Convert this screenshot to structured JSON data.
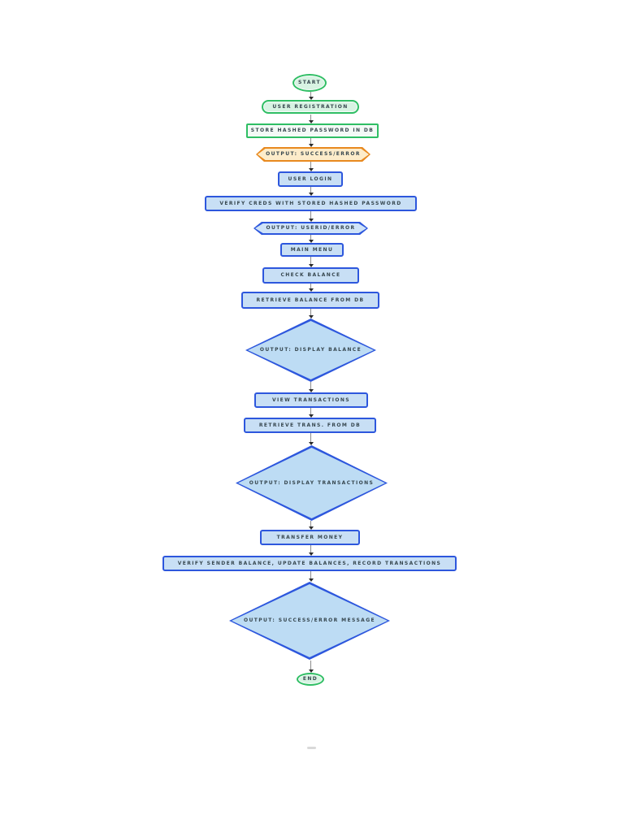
{
  "diagram": {
    "kind": "flowchart",
    "background": "#ffffff"
  },
  "palette": {
    "green_border": "#2fbe64",
    "green_fill": "#d8f3e3",
    "green_fill_light": "#f3faf6",
    "orange_border": "#e8891f",
    "orange_fill": "#fdecca",
    "blue_border": "#2d57dd",
    "blue_fill": "#c8dff5",
    "hex_blue_fill": "#cfe3f8",
    "diamond_fill": "#bddcf4",
    "text_color": "#37474f",
    "line_color": "#8c8c8c",
    "arrow_color": "#2b2b2b"
  },
  "nodes": [
    {
      "id": "start",
      "type": "ellipse",
      "label": "START"
    },
    {
      "id": "user-registration",
      "type": "stadium",
      "label": "USER REGISTRATION"
    },
    {
      "id": "store-hashed-password-in-db",
      "type": "rect-green",
      "label": "STORE HASHED PASSWORD IN DB"
    },
    {
      "id": "output-success-error",
      "type": "hexagon-orange",
      "label": "OUTPUT: SUCCESS/ERROR"
    },
    {
      "id": "user-login",
      "type": "process",
      "label": "USER LOGIN"
    },
    {
      "id": "verify-creds-with-stored-hashed-password",
      "type": "process",
      "label": "VERIFY CREDS WITH STORED HASHED PASSWORD"
    },
    {
      "id": "output-userid-error",
      "type": "hexagon-blue",
      "label": "OUTPUT: USERID/ERROR"
    },
    {
      "id": "main-menu",
      "type": "process",
      "label": "MAIN MENU"
    },
    {
      "id": "check-balance",
      "type": "process",
      "label": "CHECK BALANCE"
    },
    {
      "id": "retrieve-balance-from-db",
      "type": "process",
      "label": "RETRIEVE BALANCE FROM DB"
    },
    {
      "id": "output-display-balance",
      "type": "diamond",
      "label": "OUTPUT: DISPLAY BALANCE"
    },
    {
      "id": "view-transactions",
      "type": "process",
      "label": "VIEW TRANSACTIONS"
    },
    {
      "id": "retrieve-trans-from-db",
      "type": "process",
      "label": "RETRIEVE TRANS. FROM DB"
    },
    {
      "id": "output-display-transactions",
      "type": "diamond",
      "label": "OUTPUT: DISPLAY TRANSACTIONS"
    },
    {
      "id": "transfer-money",
      "type": "process",
      "label": "TRANSFER MONEY"
    },
    {
      "id": "verify-sender-balance-update-balances-record-transactions",
      "type": "process",
      "label": "VERIFY SENDER BALANCE, UPDATE BALANCES, RECORD TRANSACTIONS"
    },
    {
      "id": "output-success-error-message",
      "type": "diamond",
      "label": "OUTPUT: SUCCESS/ERROR MESSAGE"
    },
    {
      "id": "end",
      "type": "ellipse",
      "label": "END"
    }
  ],
  "edges": [
    {
      "from": "start",
      "to": "user-registration"
    },
    {
      "from": "user-registration",
      "to": "store-hashed-password-in-db"
    },
    {
      "from": "store-hashed-password-in-db",
      "to": "output-success-error"
    },
    {
      "from": "output-success-error",
      "to": "user-login"
    },
    {
      "from": "user-login",
      "to": "verify-creds-with-stored-hashed-password"
    },
    {
      "from": "verify-creds-with-stored-hashed-password",
      "to": "output-userid-error"
    },
    {
      "from": "output-userid-error",
      "to": "main-menu"
    },
    {
      "from": "main-menu",
      "to": "check-balance"
    },
    {
      "from": "check-balance",
      "to": "retrieve-balance-from-db"
    },
    {
      "from": "retrieve-balance-from-db",
      "to": "output-display-balance"
    },
    {
      "from": "output-display-balance",
      "to": "view-transactions"
    },
    {
      "from": "view-transactions",
      "to": "retrieve-trans-from-db"
    },
    {
      "from": "retrieve-trans-from-db",
      "to": "output-display-transactions"
    },
    {
      "from": "output-display-transactions",
      "to": "transfer-money"
    },
    {
      "from": "transfer-money",
      "to": "verify-sender-balance-update-balances-record-transactions"
    },
    {
      "from": "verify-sender-balance-update-balances-record-transactions",
      "to": "output-success-error-message"
    },
    {
      "from": "output-success-error-message",
      "to": "end"
    }
  ]
}
